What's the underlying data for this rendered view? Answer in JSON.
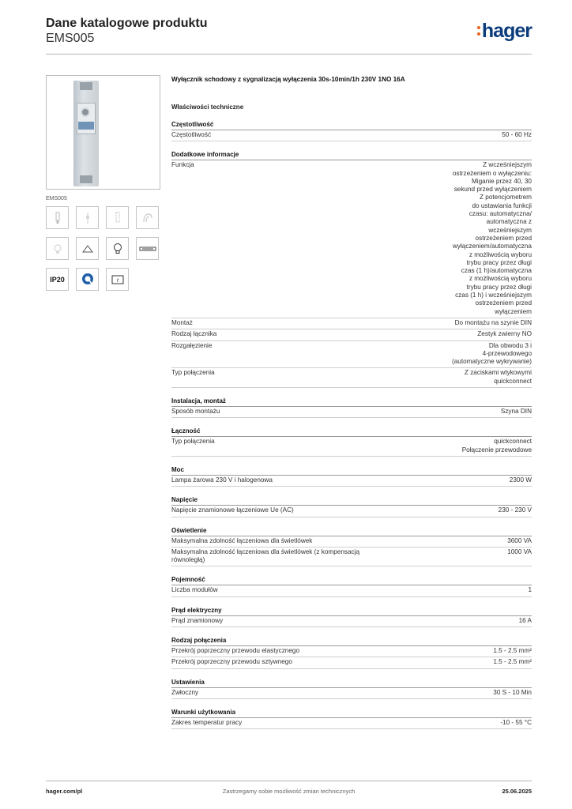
{
  "header": {
    "title": "Dane katalogowe produktu",
    "code": "EMS005",
    "logo_text": "hager",
    "brand_color": "#0a3c7d",
    "accent_color": "#e8641e"
  },
  "product": {
    "image_caption": "EMS005",
    "name": "Wyłącznik schodowy z sygnalizacją wyłączenia 30s-10min/1h 230V 1NO 16A"
  },
  "icons": [
    [
      "fluorescent-lamp-icon",
      "halogen-lamp-icon",
      "led-lamp-icon",
      "compact-fluorescent-icon"
    ],
    [
      "motor-load-icon",
      "pushbutton-icon",
      "bulb-icon",
      "din-rail-icon"
    ],
    [
      "ip20-icon",
      "quick-connect-icon",
      "timer-t-icon"
    ]
  ],
  "ip_label": "IP20",
  "props_title": "Właściwości techniczne",
  "sections": [
    {
      "title": "Częstotliwość",
      "rows": [
        {
          "k": "Częstotliwość",
          "v": "50 - 60 Hz"
        }
      ]
    },
    {
      "title": "Dodatkowe informacje",
      "rows": [
        {
          "k": "Funkcja",
          "v": "Z wcześniejszym\nostrzeżeniem o wyłączeniu:\nMiganie przez 40, 30\nsekund przed wyłączeniem\nZ potencjometrem\ndo ustawiania funkcji\nczasu: automatyczna/\nautomatyczna z\nwcześniejszym\nostrzeżeniem przed\nwyłączeniem/automatyczna\nz możliwością wyboru\ntrybu pracy przez długi\nczas (1 h)/automatyczna\nz możliwością wyboru\ntrybu pracy przez długi\nczas (1 h) i wcześniejszym\nostrzeżeniem przed\nwyłączeniem",
          "wrap": true
        },
        {
          "k": "Montaż",
          "v": "Do montażu na szynie DIN"
        },
        {
          "k": "Rodzaj łącznika",
          "v": "Zestyk zwierny NO"
        },
        {
          "k": "Rozgałęzienie",
          "v": "Dla obwodu 3 i\n4-przewodowego\n(automatyczne wykrywanie)",
          "wrap": true
        },
        {
          "k": "Typ połączenia",
          "v": "Z zaciskami wtykowymi\nquickconnect",
          "wrap": true
        }
      ]
    },
    {
      "title": "Instalacja, montaż",
      "rows": [
        {
          "k": "Sposób montażu",
          "v": "Szyna DIN"
        }
      ]
    },
    {
      "title": "Łączność",
      "rows": [
        {
          "k": "Typ połączenia",
          "v": "quickconnect\nPołączenie przewodowe"
        }
      ]
    },
    {
      "title": "Moc",
      "rows": [
        {
          "k": "Lampa żarowa 230 V i halogenowa",
          "v": "2300 W"
        }
      ]
    },
    {
      "title": "Napięcie",
      "rows": [
        {
          "k": "Napięcie znamionowe łączeniowe Ue (AC)",
          "v": "230 - 230 V"
        }
      ]
    },
    {
      "title": "Oświetlenie",
      "rows": [
        {
          "k": "Maksymalna zdolność łączeniowa dla świetlówek",
          "v": "3600 VA"
        },
        {
          "k": "Maksymalna zdolność łączeniowa dla świetlówek (z kompensacją równoległą)",
          "v": "1000 VA"
        }
      ]
    },
    {
      "title": "Pojemność",
      "rows": [
        {
          "k": "Liczba modułów",
          "v": "1"
        }
      ]
    },
    {
      "title": "Prąd elektryczny",
      "rows": [
        {
          "k": "Prąd znamionowy",
          "v": "16 A"
        }
      ]
    },
    {
      "title": "Rodzaj połączenia",
      "rows": [
        {
          "k": "Przekrój poprzeczny przewodu elastycznego",
          "v": "1.5 - 2.5 mm²"
        },
        {
          "k": "Przekrój poprzeczny przewodu sztywnego",
          "v": "1.5 - 2.5 mm²"
        }
      ]
    },
    {
      "title": "Ustawienia",
      "rows": [
        {
          "k": "Zwłoczny",
          "v": "30 S - 10 Min"
        }
      ]
    },
    {
      "title": "Warunki użytkowania",
      "rows": [
        {
          "k": "Zakres temperatur pracy",
          "v": "-10 - 55 °C"
        }
      ]
    }
  ],
  "footer": {
    "left": "hager.com/pl",
    "middle": "Zastrzegamy sobie możliwość zmian technicznych",
    "right": "25.06.2025"
  }
}
